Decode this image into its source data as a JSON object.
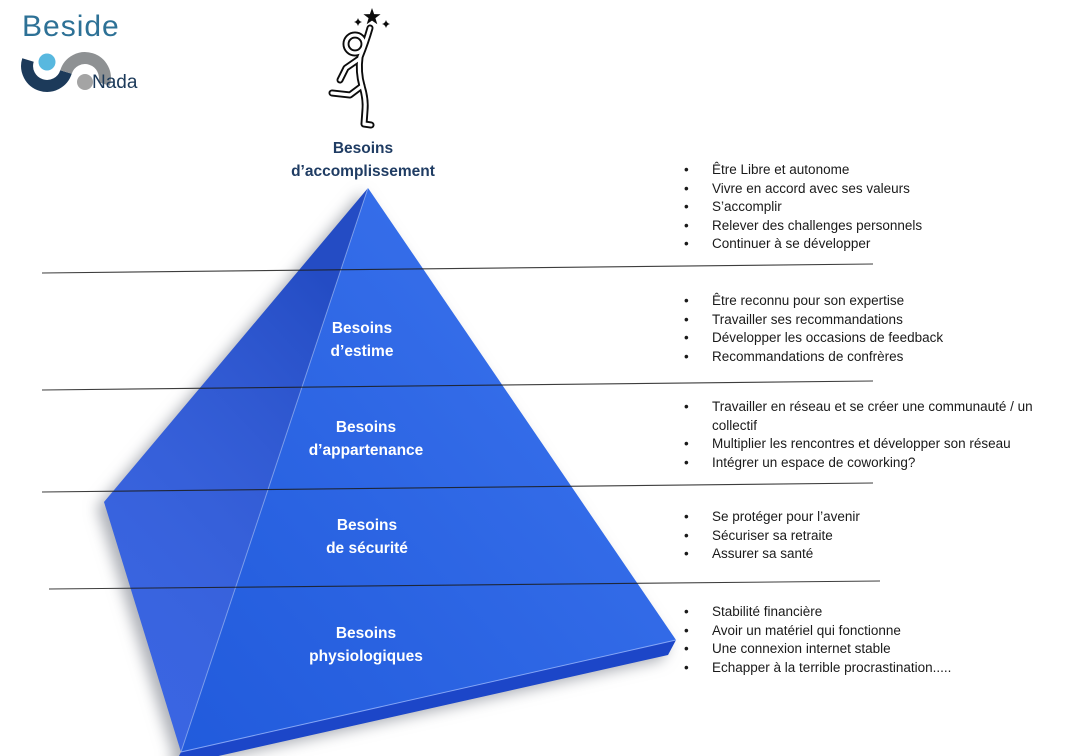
{
  "logo": {
    "brand": "Beside",
    "name": "Nada"
  },
  "icon": {
    "name": "person-reaching-star"
  },
  "pyramid": {
    "levels": [
      {
        "label": "Besoins\nd’accomplissement",
        "items": [
          "Être Libre et autonome",
          "Vivre en accord avec ses valeurs",
          "S’accomplir",
          "Relever des challenges personnels",
          "Continuer à se développer"
        ]
      },
      {
        "label": "Besoins\nd’estime",
        "items": [
          "Être reconnu pour son expertise",
          "Travailler ses recommandations",
          "Développer les occasions de feedback",
          "Recommandations de confrères"
        ]
      },
      {
        "label": "Besoins\nd’appartenance",
        "items": [
          "Travailler en réseau et se créer une communauté / un collectif",
          "Multiplier les rencontres et développer son réseau",
          "Intégrer un espace de coworking?"
        ]
      },
      {
        "label": "Besoins\nde sécurité",
        "items": [
          "Se protéger pour l’avenir",
          "Sécuriser sa retraite",
          "Assurer sa santé"
        ]
      },
      {
        "label": "Besoins\nphysiologiques",
        "items": [
          "Stabilité financière",
          "Avoir un matériel qui fonctionne",
          "Une connexion internet stable",
          "Echapper à la terrible procrastination....."
        ]
      }
    ]
  },
  "colors": {
    "background": "#ffffff",
    "pyramid_front": "#2564ee",
    "pyramid_left": "#2c5be2",
    "pyramid_base": "#1c46c8",
    "title_navy": "#1f3c63",
    "body_text": "#1a1a1a",
    "divider": "#1c1c1c",
    "logo_blue": "#2d7196",
    "logo_navy": "#1c3a5a",
    "logo_lightblue": "#58b8df",
    "logo_gray": "#8e9193",
    "logo_gray_circle": "#a4a4a4"
  }
}
